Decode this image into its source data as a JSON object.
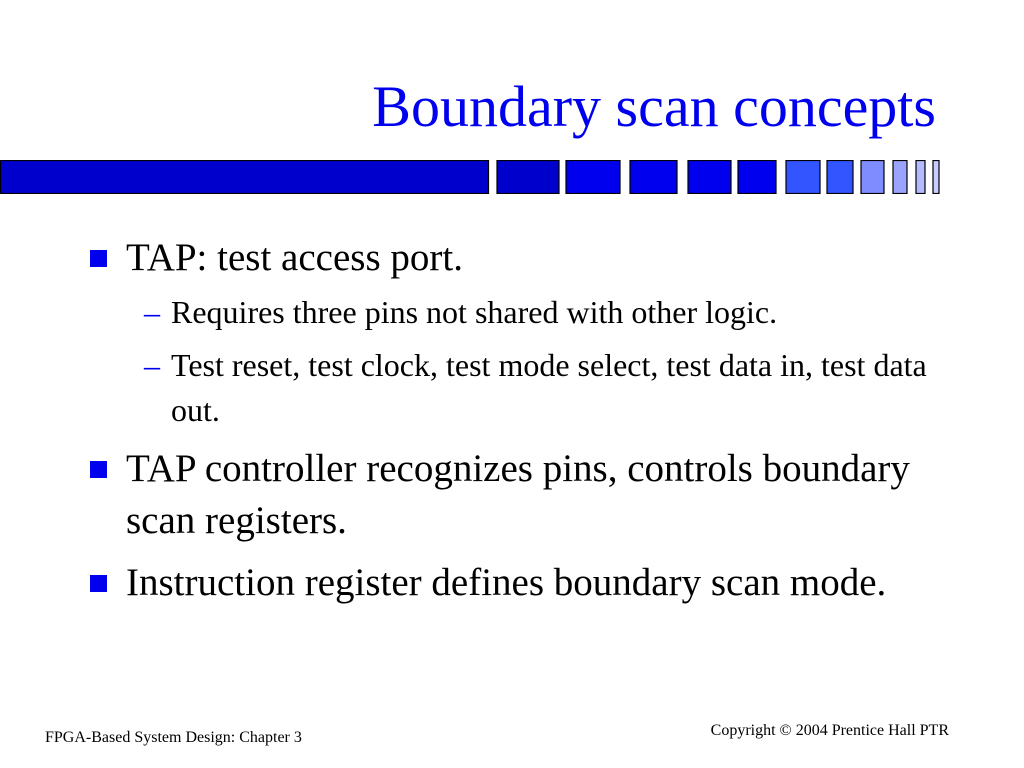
{
  "title": "Boundary scan concepts",
  "colors": {
    "title": "#0000ee",
    "accent": "#0000ee",
    "bar_dark": "#0000cc",
    "bar_mid": "#3355ff",
    "bar_light": "#8f9aff",
    "text": "#000000"
  },
  "bullets": [
    {
      "marker_icon": "square-bullet-icon",
      "text": "TAP: test access port.",
      "sub": [
        {
          "marker": "–",
          "text": "Requires three pins not shared with other logic."
        },
        {
          "marker": "–",
          "text": "Test reset, test clock, test mode select, test data in, test data out."
        }
      ]
    },
    {
      "marker_icon": "square-bullet-icon",
      "text": "TAP controller recognizes pins, controls boundary scan registers."
    },
    {
      "marker_icon": "square-bullet-icon",
      "text": "Instruction register defines boundary scan mode."
    }
  ],
  "footer": {
    "left": "FPGA-Based System Design: Chapter 3",
    "right": "Copyright © 2004 Prentice Hall PTR"
  }
}
